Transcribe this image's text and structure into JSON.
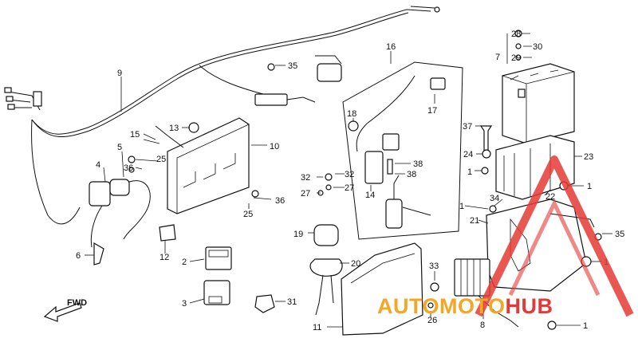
{
  "labels": {
    "n1": "1",
    "n2": "2",
    "n3": "3",
    "n4": "4",
    "n5": "5",
    "n6": "6",
    "n7": "7",
    "n8": "8",
    "n9": "9",
    "n10": "10",
    "n11": "11",
    "n12": "12",
    "n13": "13",
    "n14": "14",
    "n15": "15",
    "n16": "16",
    "n17": "17",
    "n18": "18",
    "n19": "19",
    "n20": "20",
    "n21": "21",
    "n22": "22",
    "n23": "23",
    "n24": "24",
    "n25": "25",
    "n26": "26",
    "n27": "27",
    "n28": "28",
    "n29": "29",
    "n30": "30",
    "n31": "31",
    "n32": "32",
    "n33": "33",
    "n34": "34",
    "n35": "35",
    "n36": "36",
    "n37": "37",
    "n38": "38"
  },
  "fwd_label": "FWD",
  "watermark": {
    "part1": "AUTO",
    "part2": "MOTO",
    "part3": "HUB",
    "color_orange": "#f5a623",
    "color_red": "#e53935"
  }
}
